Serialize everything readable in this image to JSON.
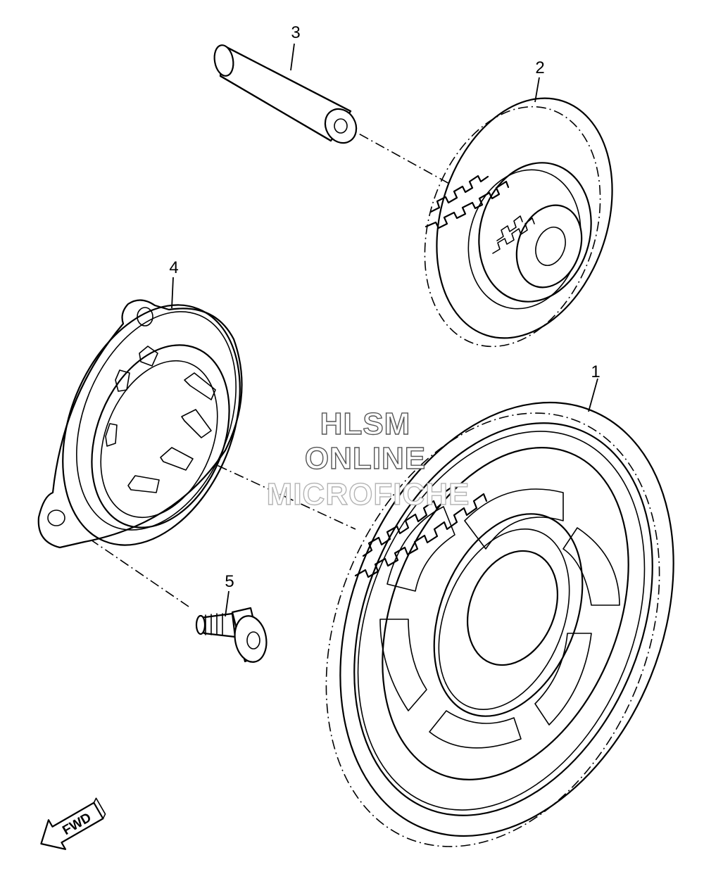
{
  "callouts": {
    "part_1": "1",
    "part_2": "2",
    "part_3": "3",
    "part_4": "4",
    "part_5": "5"
  },
  "watermark": {
    "line1": "HLSM",
    "line2": "ONLINE",
    "line3": "MICROFICHE"
  },
  "direction_arrow": {
    "label": "FWD"
  }
}
